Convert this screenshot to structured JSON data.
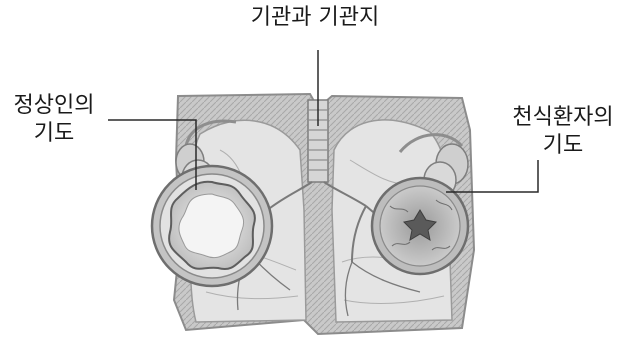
{
  "labels": {
    "title": "기관과 기관지",
    "left_line1": "정상인의",
    "left_line2": "기도",
    "right_line1": "천식환자의",
    "right_line2": "기도"
  },
  "colors": {
    "background": "#ffffff",
    "tissue_dark": "#8c8c8c",
    "tissue_light": "#d9d9d9",
    "label_text": "#1a1a1a"
  }
}
